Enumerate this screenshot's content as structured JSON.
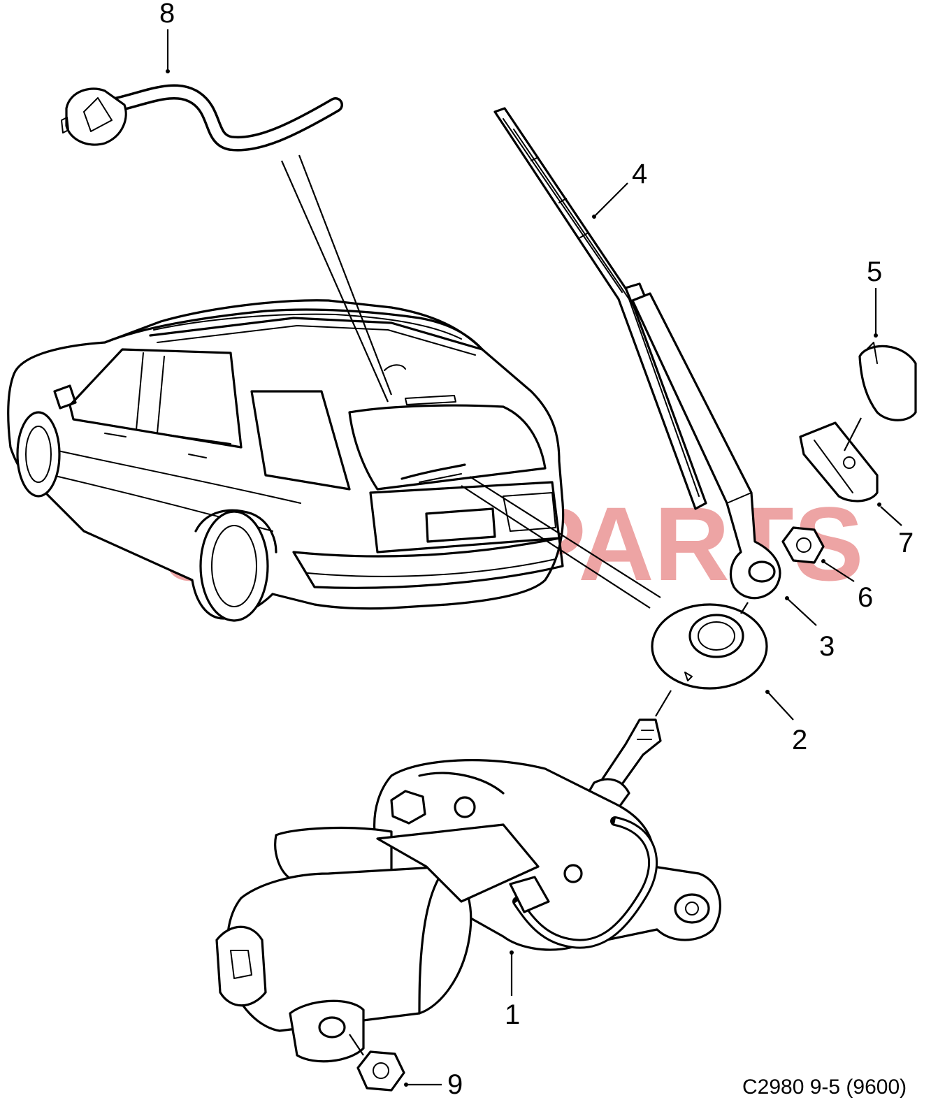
{
  "diagram": {
    "watermark": "eSAABPARTS",
    "callouts": [
      {
        "id": "1",
        "label": "1"
      },
      {
        "id": "2",
        "label": "2"
      },
      {
        "id": "3",
        "label": "3"
      },
      {
        "id": "4",
        "label": "4"
      },
      {
        "id": "5",
        "label": "5"
      },
      {
        "id": "6",
        "label": "6"
      },
      {
        "id": "7",
        "label": "7"
      },
      {
        "id": "8",
        "label": "8"
      },
      {
        "id": "9",
        "label": "9"
      }
    ],
    "caption": "C2980 9-5 (9600)"
  }
}
